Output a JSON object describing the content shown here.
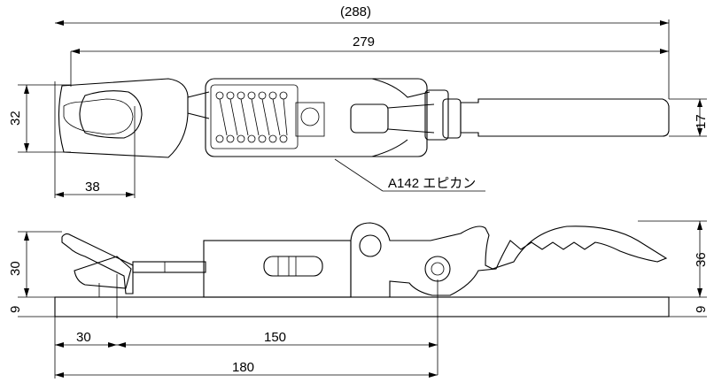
{
  "drawing": {
    "top_view": {
      "overall_length_ref": "(288)",
      "pitch_length": "279",
      "body_height": "32",
      "handle_width": "17",
      "loop_offset": "38",
      "callout": "A142 エピカン"
    },
    "side_view": {
      "hook_height": "30",
      "base_thickness_left": "9",
      "base_thickness_right": "9",
      "overall_height": "36",
      "hook_offset": "30",
      "pivot_distance": "150",
      "base_length": "180"
    }
  }
}
